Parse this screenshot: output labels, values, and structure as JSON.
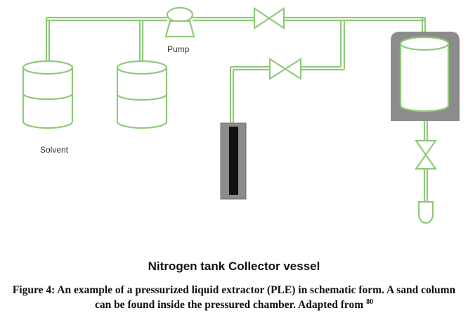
{
  "labels": {
    "pump": "Pump",
    "solvent": "Solvent"
  },
  "bottom_label": "Nitrogen tank Collector vessel",
  "caption": {
    "text": "Figure 4: An example of a pressurized liquid extractor (PLE) in schematic form. A sand column can be found inside the pressured chamber. Adapted from ",
    "ref": "80"
  },
  "colors": {
    "line": "#8fc97a",
    "chamber_gray": "#8c8c8c",
    "column_black": "#111111"
  }
}
